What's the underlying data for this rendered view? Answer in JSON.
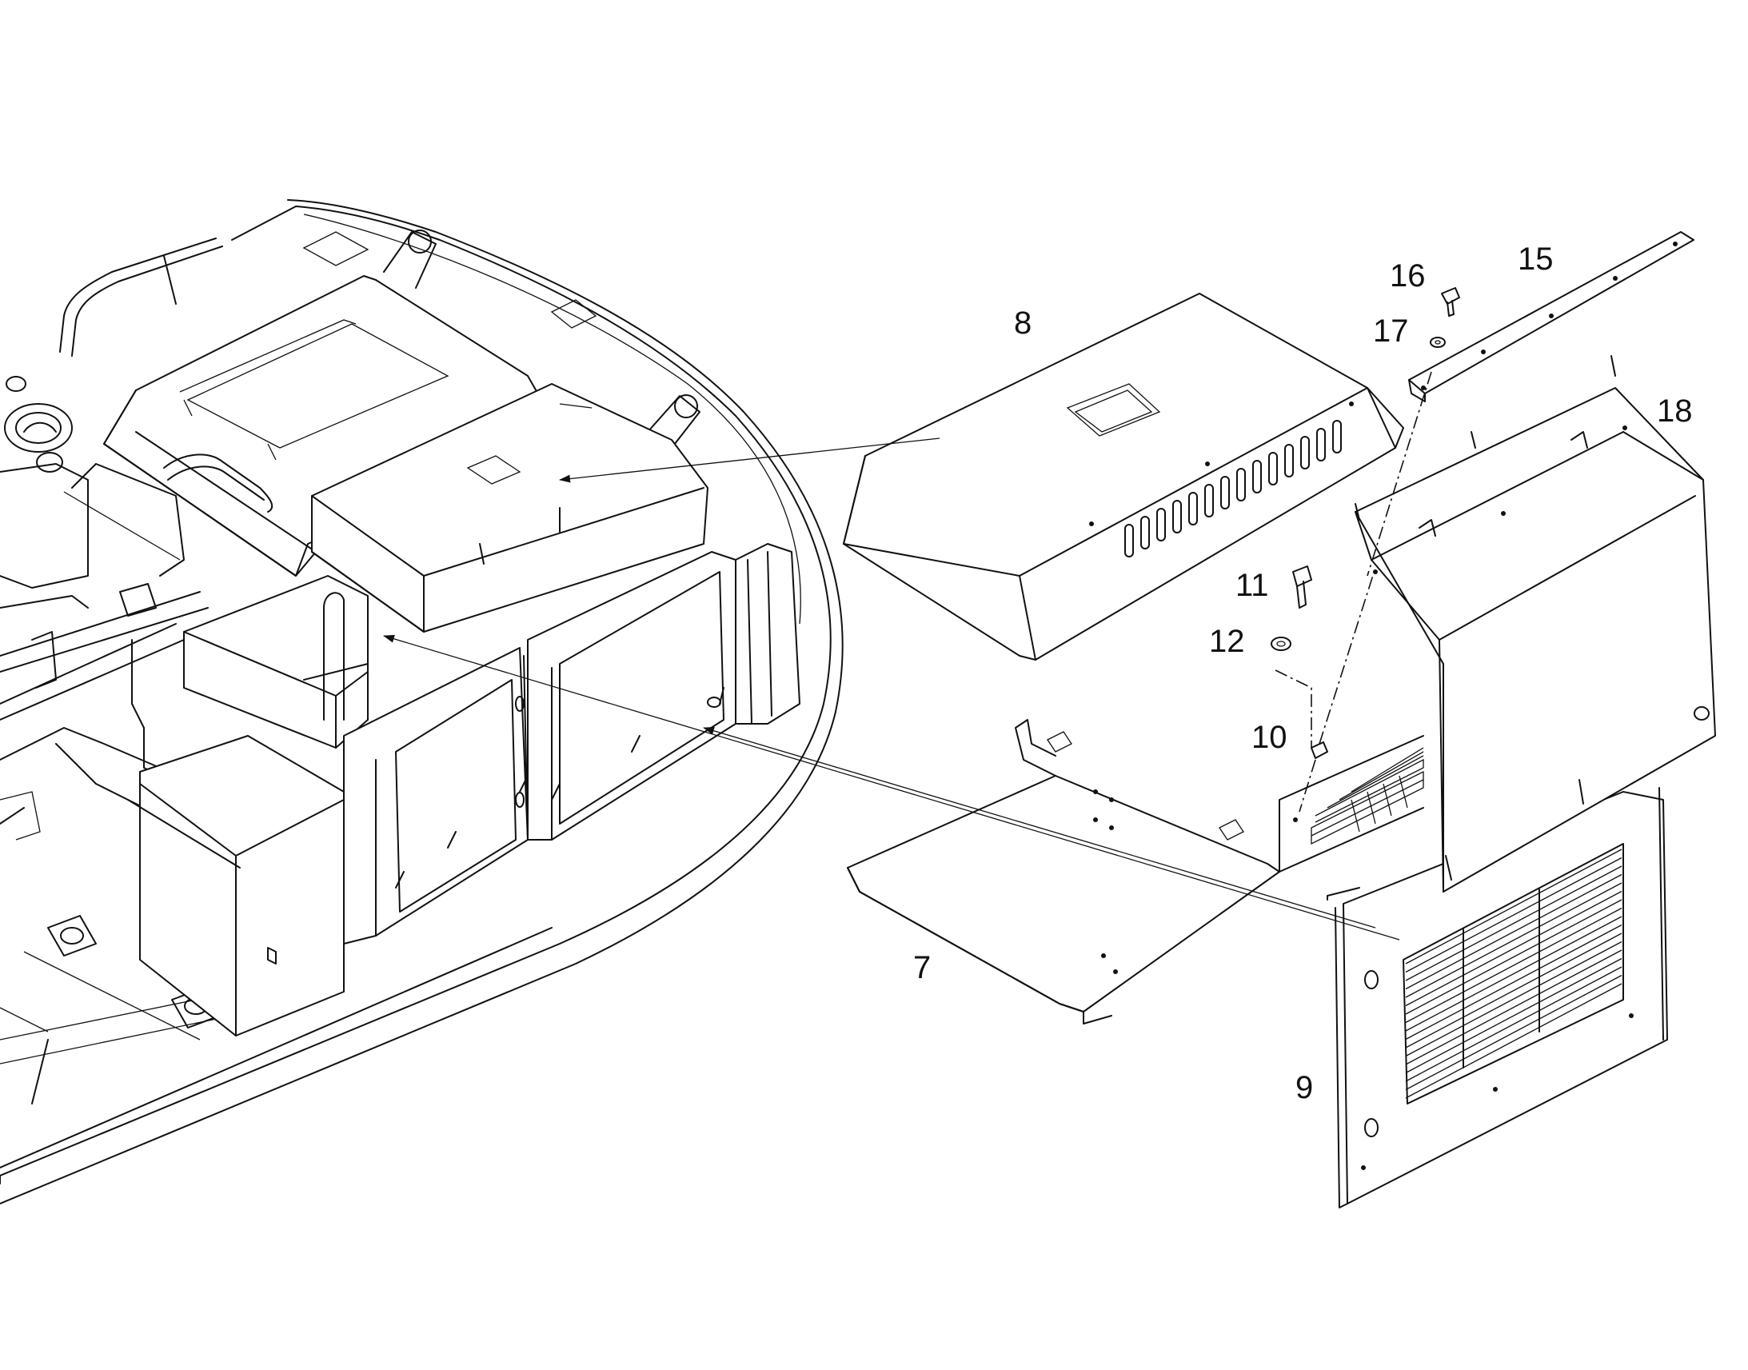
{
  "callouts": {
    "c7": "7",
    "c8": "8",
    "c9": "9",
    "c10": "10",
    "c11": "11",
    "c12": "12",
    "c15": "15",
    "c16": "16",
    "c17": "17",
    "c18": "18"
  }
}
